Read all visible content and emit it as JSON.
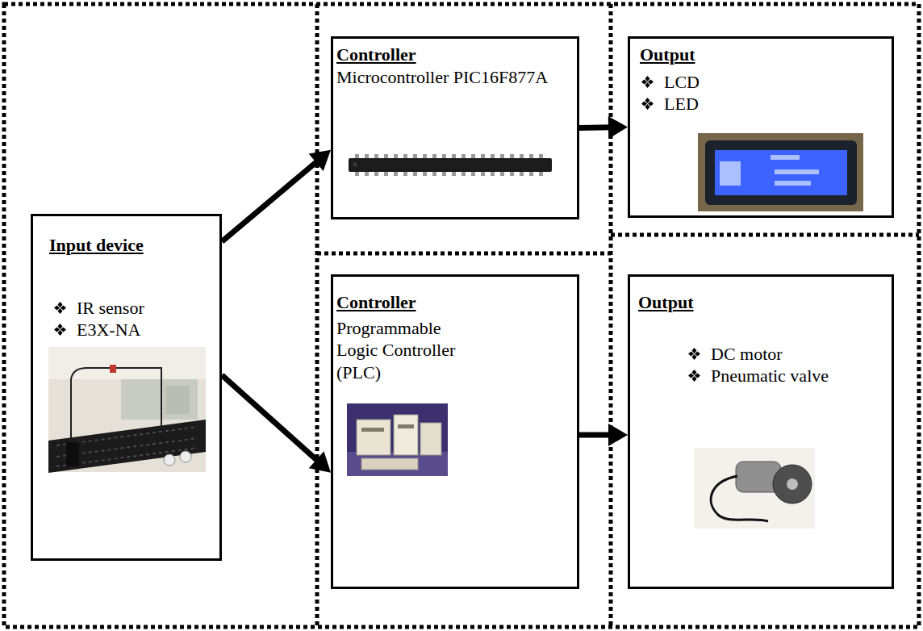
{
  "diagram": {
    "nodes": [
      {
        "text": [
          "Input device",
          "IR sensor",
          "E3X-NA"
        ]
      },
      {
        "text": [
          "Controller",
          "Microcontroller PIC16F877A"
        ]
      },
      {
        "text": [
          "Output",
          "LCD",
          "LED"
        ]
      },
      {
        "text": [
          "Controller",
          "Programmable Logic Controller (PLC)"
        ]
      },
      {
        "text": [
          "Output",
          "DC motor",
          "Pneumatic valve"
        ]
      }
    ],
    "edges": [
      {
        "from": 0,
        "to": 1,
        "arrow": "to"
      },
      {
        "from": 0,
        "to": 3,
        "arrow": "to"
      },
      {
        "from": 1,
        "to": 2,
        "arrow": "to"
      },
      {
        "from": 3,
        "to": 4,
        "arrow": "to"
      }
    ]
  }
}
